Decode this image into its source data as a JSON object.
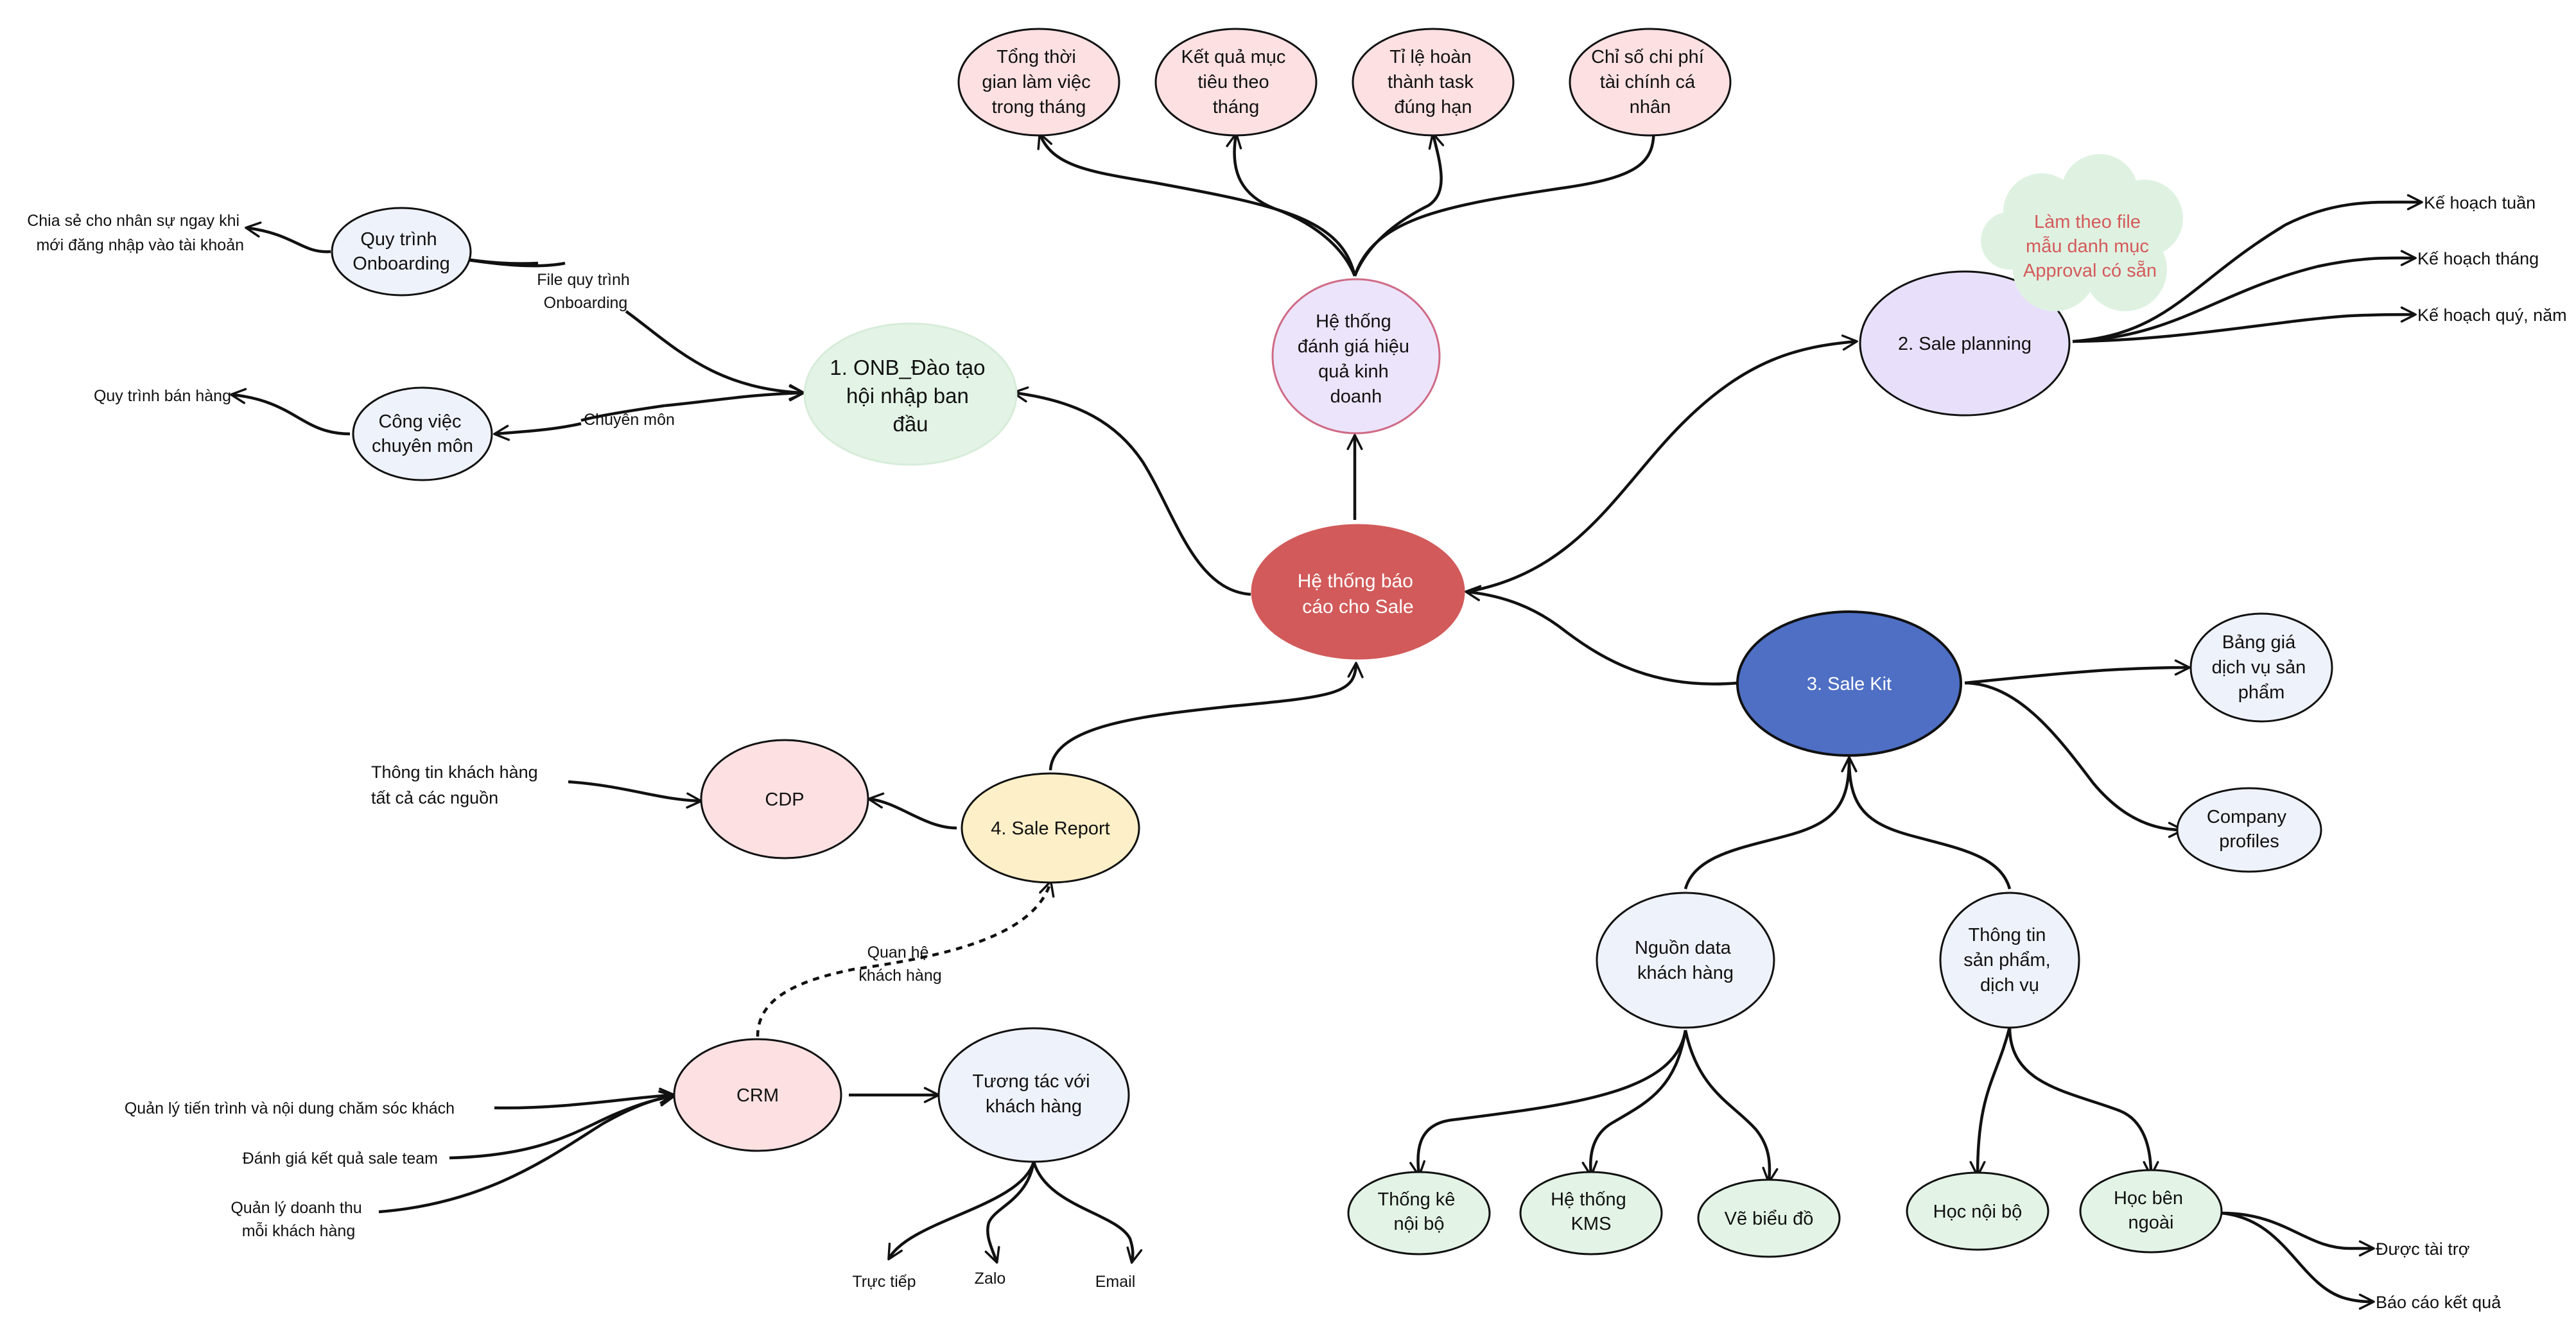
{
  "diagram": {
    "colors": {
      "edge": "#111111",
      "root_fill": "#d25a5a",
      "sale_kit_fill": "#4e6fc4",
      "note_fill": "#dff2e2",
      "note_text": "#d45a5a"
    },
    "root": {
      "label": [
        "Hệ thống báo",
        "cáo cho Sale"
      ]
    },
    "onb": {
      "label": [
        "1. ONB_Đào tạo",
        "hội nhập ban",
        "đầu"
      ],
      "quy_trinh_onboarding": [
        "Quy trình",
        "Onboarding"
      ],
      "file_quy_trinh_label": [
        "File quy trình",
        "Onboarding"
      ],
      "chia_se_label": [
        "Chia sẻ cho nhân sự ngay khi",
        "mới đăng nhập vào tài khoản"
      ],
      "cong_viec_chuyen_mon": [
        "Công việc",
        "chuyên môn"
      ],
      "chuyen_mon_label": "Chuyên môn",
      "quy_trinh_ban_hang_label": "Quy trình bán hàng"
    },
    "danh_gia": {
      "label": [
        "Hệ thống",
        "đánh giá hiệu",
        "quả kinh",
        "doanh"
      ],
      "metrics": [
        [
          "Tổng thời",
          "gian làm việc",
          "trong tháng"
        ],
        [
          "Kết quả mục",
          "tiêu theo",
          "tháng"
        ],
        [
          "Tỉ lệ hoàn",
          "thành task",
          "đúng hạn"
        ],
        [
          "Chỉ số chi phí",
          "tài chính cá",
          "nhân"
        ]
      ]
    },
    "planning": {
      "label": "2. Sale planning",
      "note": [
        "Làm theo file",
        "mẫu danh mục",
        "Approval có sẵn"
      ],
      "plans": [
        "Kế hoạch tuần",
        "Kế hoạch tháng",
        "Kế hoạch quý, năm"
      ]
    },
    "sale_kit": {
      "label": "3. Sale Kit",
      "bang_gia": [
        "Bảng giá",
        "dịch vụ sản",
        "phẩm"
      ],
      "company_profiles": [
        "Company",
        "profiles"
      ],
      "nguon_data": [
        "Nguồn data",
        "khách hàng"
      ],
      "thong_tin_sp": [
        "Thông tin",
        "sản phẩm,",
        "dịch vụ"
      ],
      "thong_ke": [
        "Thống kê",
        "nội bộ"
      ],
      "kms": [
        "Hệ thống",
        "KMS"
      ],
      "ve_bieu_do": "Vẽ biểu đồ",
      "hoc_noi_bo": "Học nội bộ",
      "hoc_ben_ngoai": [
        "Học bên",
        "ngoài"
      ],
      "duoc_tai_tro_label": "Được tài trợ",
      "bao_cao_label": "Báo cáo kết quả"
    },
    "report": {
      "label": "4. Sale Report",
      "cdp": "CDP",
      "thong_tin_kh_label": [
        "Thông tin khách hàng",
        "tất cả các nguồn"
      ],
      "quan_he_label": [
        "Quan hệ",
        "khách hàng"
      ],
      "crm": "CRM",
      "crm_inputs": [
        [
          "Quản lý tiến trình và nội dung chăm sóc khách"
        ],
        [
          "Đánh giá kết quả sale team"
        ],
        [
          "Quản lý doanh thu",
          "mỗi khách hàng"
        ]
      ],
      "tuong_tac": [
        "Tương tác với",
        "khách hàng"
      ],
      "channels": [
        "Trực tiếp",
        "Zalo",
        "Email"
      ]
    }
  }
}
